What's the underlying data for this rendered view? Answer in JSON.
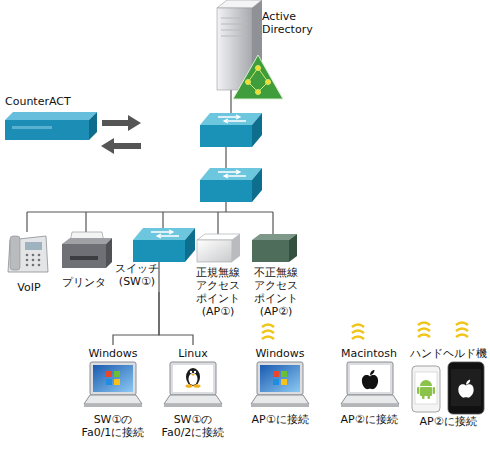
{
  "diagram": {
    "nodes": [
      {
        "text": [
          "Active Directory"
        ]
      },
      {
        "text": [
          "CounterACT"
        ]
      },
      {
        "text": [
          "VoIP"
        ]
      },
      {
        "text": [
          "プリンタ"
        ]
      },
      {
        "text": [
          "スイッチ (SW①)"
        ]
      },
      {
        "text": [
          "正規無線 アクセス ポイント (AP①)"
        ]
      },
      {
        "text": [
          "不正無線 アクセス ポイント (AP②)"
        ]
      },
      {
        "text": [
          "Windows",
          "SW①の Fa0/1に接続"
        ]
      },
      {
        "text": [
          "Linux",
          "SW①の Fa0/2に接続"
        ]
      },
      {
        "text": [
          "Windows",
          "AP①に接続"
        ]
      },
      {
        "text": [
          "Macintosh",
          "AP②に接続"
        ]
      },
      {
        "text": [
          "ハンドヘルド機",
          "AP②に接続"
        ]
      }
    ],
    "edges": [
      {
        "from": 4,
        "to": 7,
        "arrow": "none"
      },
      {
        "from": 4,
        "to": 8,
        "arrow": "none"
      }
    ]
  }
}
